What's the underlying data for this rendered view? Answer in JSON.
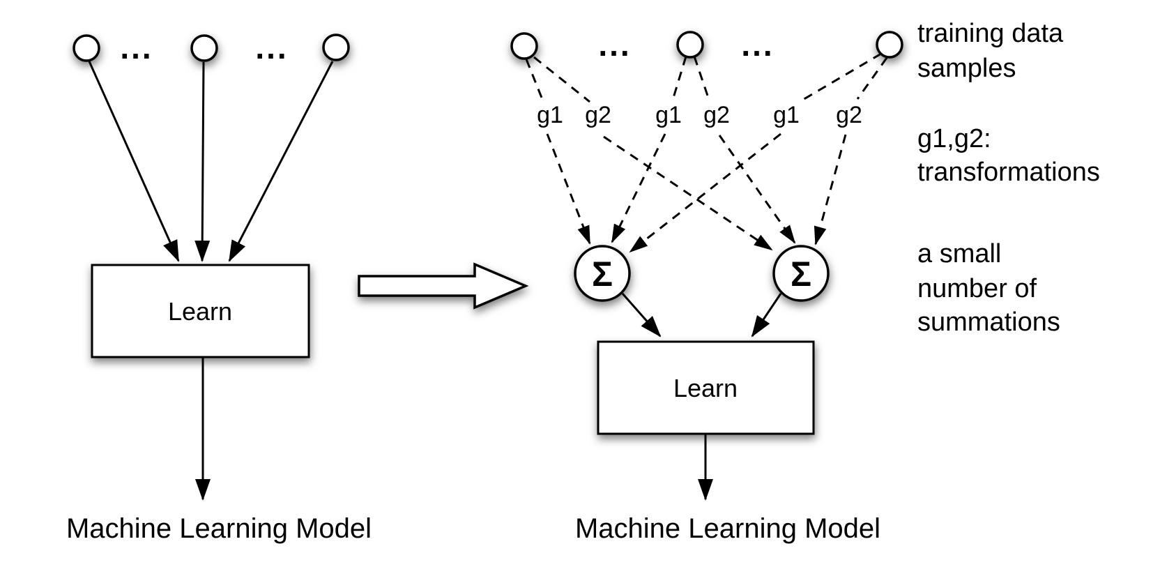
{
  "colors": {
    "ink": "#000000",
    "paper": "#ffffff"
  },
  "left_pipeline": {
    "ellipsis_1": "...",
    "ellipsis_2": "...",
    "learn_label": "Learn",
    "model_label": "Machine Learning Model"
  },
  "right_pipeline": {
    "ellipsis_1": "...",
    "ellipsis_2": "...",
    "g_labels": [
      "g1",
      "g2",
      "g1",
      "g2",
      "g1",
      "g2"
    ],
    "sigma_symbol": "Σ",
    "learn_label": "Learn",
    "model_label": "Machine Learning Model"
  },
  "annotations": {
    "training": [
      "training data",
      "samples"
    ],
    "transforms": [
      "g1,g2:",
      "transformations"
    ],
    "summations": [
      "a small",
      "number of",
      "summations"
    ]
  }
}
